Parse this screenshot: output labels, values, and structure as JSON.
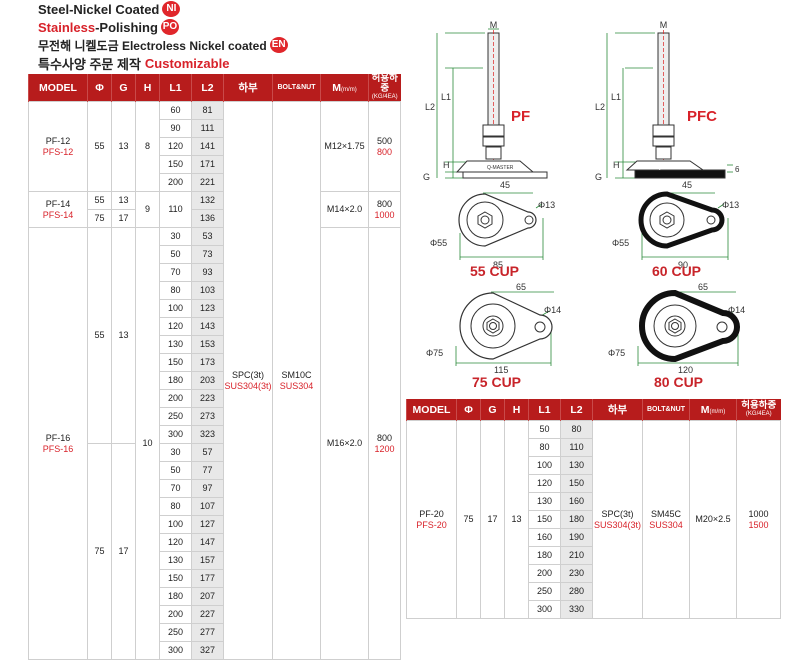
{
  "legend": {
    "line1": "Steel-Nickel Coated",
    "badge1": "NI",
    "line2a": "Stainless",
    "line2b": "-Polishing",
    "badge2": "PO",
    "line3": "무전해 니켈도금 Electroless Nickel coated",
    "badge3": "EN",
    "line4a": "특수사양 주문 제작",
    "line4b": "Customizable"
  },
  "headers": {
    "model": "MODEL",
    "phi": "Φ",
    "g": "G",
    "h": "H",
    "l1": "L1",
    "l2": "L2",
    "base": "하부",
    "bolt": "BOLT&NUT",
    "m": "M",
    "m_unit": "(m/m)",
    "load": "허용하중",
    "load_unit": "(KG/4EA)"
  },
  "table1": {
    "pf12": {
      "model": "PF-12",
      "model_s": "PFS-12",
      "phi": "55",
      "g": "13",
      "h": "8",
      "m": "M12×1.75",
      "load": "500",
      "load_s": "800",
      "rows": [
        [
          "60",
          "81"
        ],
        [
          "90",
          "111"
        ],
        [
          "120",
          "141"
        ],
        [
          "150",
          "171"
        ],
        [
          "200",
          "221"
        ]
      ]
    },
    "pf14": {
      "model": "PF-14",
      "model_s": "PFS-14",
      "phi_a": "55",
      "g_a": "13",
      "phi_b": "75",
      "g_b": "17",
      "h": "9",
      "l1": "110",
      "l2_a": "132",
      "l2_b": "136",
      "m": "M14×2.0",
      "load": "800",
      "load_s": "1000"
    },
    "pf16": {
      "model": "PF-16",
      "model_s": "PFS-16",
      "phi_a": "55",
      "g_a": "13",
      "phi_b": "75",
      "g_b": "17",
      "h": "10",
      "m": "M16×2.0",
      "load": "800",
      "load_s": "1200",
      "rows_a": [
        [
          "30",
          "53"
        ],
        [
          "50",
          "73"
        ],
        [
          "70",
          "93"
        ],
        [
          "80",
          "103"
        ],
        [
          "100",
          "123"
        ],
        [
          "120",
          "143"
        ],
        [
          "130",
          "153"
        ],
        [
          "150",
          "173"
        ],
        [
          "180",
          "203"
        ],
        [
          "200",
          "223"
        ],
        [
          "250",
          "273"
        ],
        [
          "300",
          "323"
        ]
      ],
      "rows_b": [
        [
          "30",
          "57"
        ],
        [
          "50",
          "77"
        ],
        [
          "70",
          "97"
        ],
        [
          "80",
          "107"
        ],
        [
          "100",
          "127"
        ],
        [
          "120",
          "147"
        ],
        [
          "130",
          "157"
        ],
        [
          "150",
          "177"
        ],
        [
          "180",
          "207"
        ],
        [
          "200",
          "227"
        ],
        [
          "250",
          "277"
        ],
        [
          "300",
          "327"
        ]
      ]
    },
    "base": "SPC(3t)",
    "base_s": "SUS304(3t)",
    "bolt": "SM10C",
    "bolt_s": "SUS304"
  },
  "table2": {
    "model": "PF-20",
    "model_s": "PFS-20",
    "phi": "75",
    "g": "17",
    "h": "13",
    "base": "SPC(3t)",
    "base_s": "SUS304(3t)",
    "bolt": "SM45C",
    "bolt_s": "SUS304",
    "m": "M20×2.5",
    "load": "1000",
    "load_s": "1500",
    "rows": [
      [
        "50",
        "80"
      ],
      [
        "80",
        "110"
      ],
      [
        "100",
        "130"
      ],
      [
        "120",
        "150"
      ],
      [
        "130",
        "160"
      ],
      [
        "150",
        "180"
      ],
      [
        "160",
        "190"
      ],
      [
        "180",
        "210"
      ],
      [
        "200",
        "230"
      ],
      [
        "250",
        "280"
      ],
      [
        "300",
        "330"
      ]
    ]
  },
  "diagrams": {
    "pf": "PF",
    "pfc": "PFC",
    "brand": "Q-MASTER",
    "m": "M",
    "l1": "L1",
    "l2": "L2",
    "h": "H",
    "g": "G",
    "six": "6",
    "cup55": {
      "label": "55 CUP",
      "top": "45",
      "hole": "Φ13",
      "dia": "Φ55",
      "width": "85"
    },
    "cup60": {
      "label": "60 CUP",
      "top": "45",
      "hole": "Φ13",
      "dia": "Φ55",
      "width": "90"
    },
    "cup75": {
      "label": "75 CUP",
      "top": "65",
      "hole": "Φ14",
      "dia": "Φ75",
      "width": "115"
    },
    "cup80": {
      "label": "80 CUP",
      "top": "65",
      "hole": "Φ14",
      "dia": "Φ75",
      "width": "120"
    }
  }
}
